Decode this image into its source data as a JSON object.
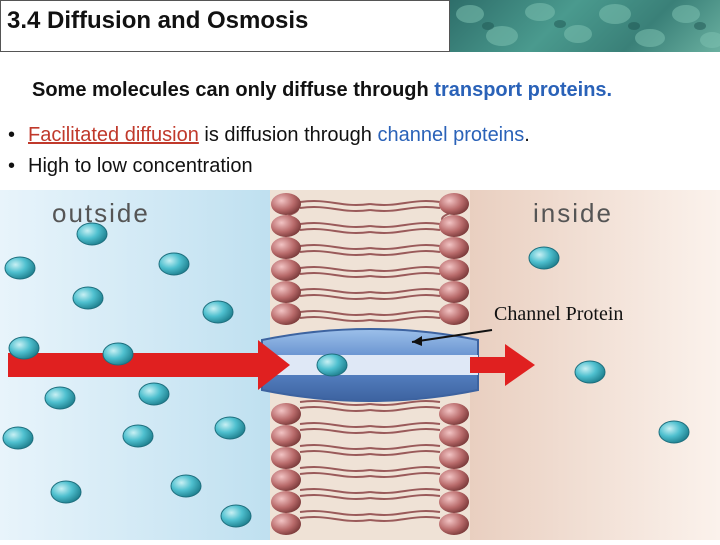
{
  "slide": {
    "title": "3.4  Diffusion and Osmosis",
    "subtitle_main": "Some molecules can only diffuse through ",
    "subtitle_accent": "transport proteins.",
    "bullets": [
      {
        "marker": "•",
        "part1": "Facilitated diffusion",
        "part2": " is diffusion through ",
        "part3": "channel proteins",
        "part4": "."
      },
      {
        "marker": "•",
        "text": "High to low concentration"
      }
    ]
  },
  "figure": {
    "label_outside": "outside",
    "label_inside": "inside",
    "channel_label": "Channel Protein"
  },
  "colors": {
    "accent_blue": "#2a62b8",
    "accent_red": "#c0392b",
    "molecule": "#3fb0c0",
    "lipid_head": "#b86a6a",
    "channel": "#5a86c8",
    "arrow": "#e02020"
  }
}
